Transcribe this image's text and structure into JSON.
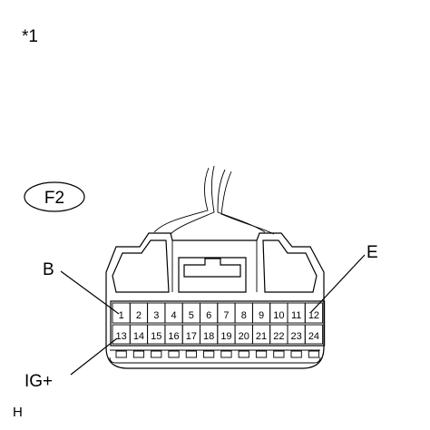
{
  "figure_label": "*1",
  "connector_id": "F2",
  "pins_top_row": [
    "1",
    "2",
    "3",
    "4",
    "5",
    "6",
    "7",
    "8",
    "9",
    "10",
    "11",
    "12"
  ],
  "pins_bottom_row": [
    "13",
    "14",
    "15",
    "16",
    "17",
    "18",
    "19",
    "20",
    "21",
    "22",
    "23",
    "24"
  ],
  "callouts": {
    "b": "B",
    "e": "E",
    "ig": "IG+"
  },
  "corner_mark": "H"
}
